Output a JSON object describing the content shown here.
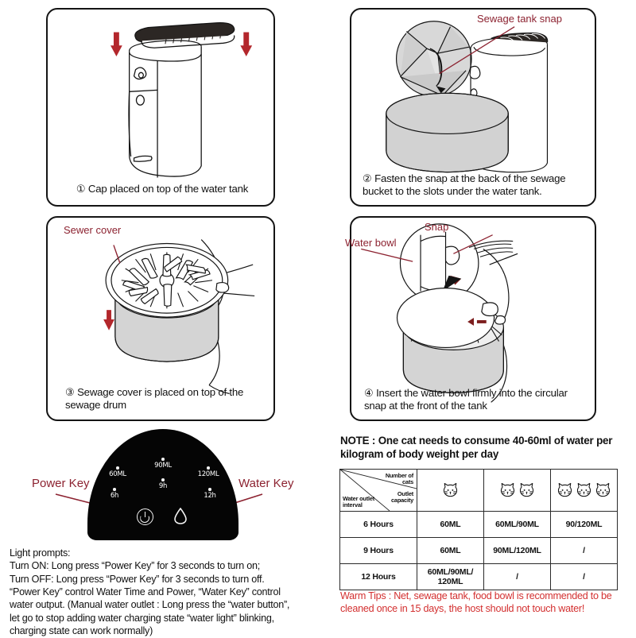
{
  "panels": [
    {
      "id": "step-1",
      "caption": "① Cap placed on top of the water tank",
      "labels": []
    },
    {
      "id": "step-2",
      "caption": "② Fasten the snap at the back of the sewage bucket to the slots under the water tank.",
      "labels": [
        {
          "name": "sewage-tank-snap",
          "text": "Sewage tank snap"
        }
      ]
    },
    {
      "id": "step-3",
      "caption": "③ Sewage cover is placed on top of the sewage drum",
      "labels": [
        {
          "name": "sewer-cover",
          "text": "Sewer cover"
        }
      ]
    },
    {
      "id": "step-4",
      "caption": "④ Insert the water bowl firmly into the circular snap at the front of the tank",
      "labels": [
        {
          "name": "snap",
          "text": "Snap"
        },
        {
          "name": "water-bowl",
          "text": "Water bowl"
        }
      ]
    }
  ],
  "control_panel": {
    "power_key_label": "Power Key",
    "water_key_label": "Water Key",
    "indicators": [
      {
        "name": "indicator-60ml",
        "text": "60ML"
      },
      {
        "name": "indicator-90ml",
        "text": "90ML"
      },
      {
        "name": "indicator-120ml",
        "text": "120ML"
      },
      {
        "name": "indicator-6h",
        "text": "6h"
      },
      {
        "name": "indicator-9h",
        "text": "9h"
      },
      {
        "name": "indicator-12h",
        "text": "12h"
      }
    ],
    "power_icon": "power-icon",
    "water_icon": "water-drop-icon"
  },
  "light_prompts": {
    "heading": "Light prompts:",
    "lines": [
      "Turn ON: Long press “Power Key” for 3 seconds to turn on;",
      "Turn OFF: Long press “Power Key” for 3 seconds to turn off.",
      "“Power Key” control Water Time and Power, “Water Key” control",
      "water output. (Manual water outlet : Long press the “water button”,",
      "let go to stop adding water charging state “water light” blinking,",
      "charging state can work normally)"
    ]
  },
  "note": "NOTE : One cat needs to consume 40-60ml of water per kilogram of body weight per day",
  "table": {
    "corner": {
      "number_of_cats": "Number of cats",
      "outlet_capacity": "Outlet capacity",
      "water_outlet_interval": "Water outlet interval"
    },
    "column_cat_counts": [
      1,
      2,
      3
    ],
    "rows": [
      {
        "interval": "6 Hours",
        "values": [
          "60ML",
          "60ML/90ML",
          "90/120ML"
        ]
      },
      {
        "interval": "9 Hours",
        "values": [
          "60ML",
          "90ML/120ML",
          "/"
        ]
      },
      {
        "interval": "12 Hours",
        "values": [
          "60ML/90ML/\n120ML",
          "/",
          "/"
        ]
      }
    ]
  },
  "warm_tips": "Warm Tips : Net, sewage tank, food bowl is recommended to be cleaned once in 15 days, the host should not touch water!",
  "colors": {
    "label_red": "#8c2230",
    "warning_red": "#d33030",
    "arrow_red": "#b3272c",
    "line_black": "#141414",
    "dome_black": "#050505"
  }
}
